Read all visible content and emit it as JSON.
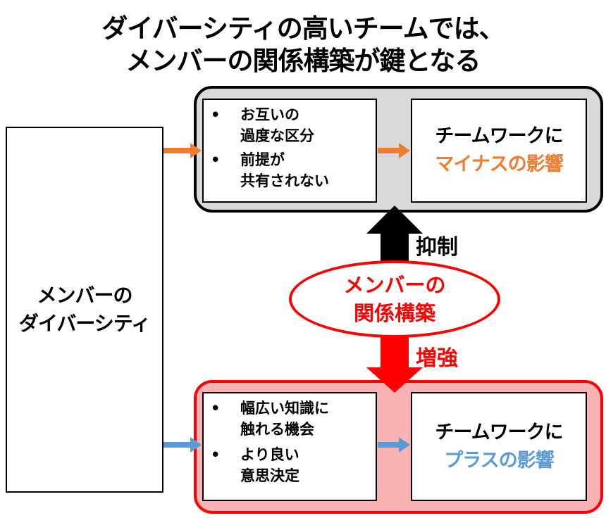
{
  "title": {
    "line1": "ダイバーシティの高いチームでは、",
    "line2": "メンバーの関係構築が鍵となる"
  },
  "diversity_box": {
    "line1": "メンバーの",
    "line2": "ダイバーシティ"
  },
  "negative_group": {
    "bullets": [
      {
        "line1": "お互いの",
        "line2": "過度な区分"
      },
      {
        "line1": "前提が",
        "line2": "共有されない"
      }
    ],
    "result_line1": "チームワークに",
    "result_line2": "マイナスの影響"
  },
  "positive_group": {
    "bullets": [
      {
        "line1": "幅広い知識に",
        "line2": "触れる機会"
      },
      {
        "line1": "より良い",
        "line2": "意思決定"
      }
    ],
    "result_line1": "チームワークに",
    "result_line2": "プラスの影響"
  },
  "relationship": {
    "line1": "メンバーの",
    "line2": "関係構築"
  },
  "suppress_label": "抑制",
  "strengthen_label": "増強",
  "bullet_char": "•",
  "colors": {
    "orange": "#ed7d31",
    "blue": "#5b9bd5",
    "red": "#ff0000",
    "gray": "#d9d9d9",
    "pink": "#f9b3b3"
  }
}
